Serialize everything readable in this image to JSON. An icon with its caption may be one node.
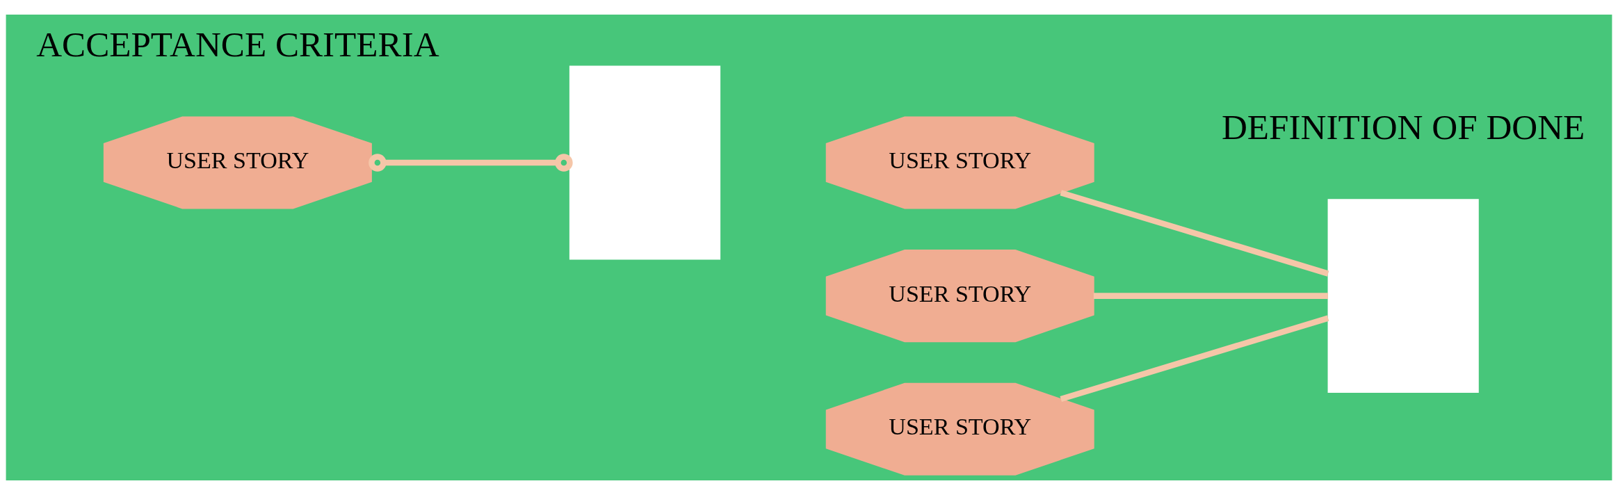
{
  "diagram": {
    "nodes": [
      {
        "text": [
          "USER STORY"
        ]
      },
      {
        "text": [],
        "shape": "box"
      },
      {
        "text": [
          "USER STORY"
        ]
      },
      {
        "text": [
          "USER STORY"
        ]
      },
      {
        "text": [
          "USER STORY"
        ]
      },
      {
        "text": [],
        "shape": "box"
      }
    ],
    "edges": [
      {
        "from": 0,
        "to": 1,
        "arrow": "other"
      },
      {
        "from": 2,
        "to": 5,
        "arrow": "none"
      },
      {
        "from": 3,
        "to": 5,
        "arrow": "none"
      },
      {
        "from": 4,
        "to": 5,
        "arrow": "none"
      }
    ],
    "labels": [
      "ACCEPTANCE CRITERIA",
      "DEFINITION OF DONE"
    ]
  }
}
